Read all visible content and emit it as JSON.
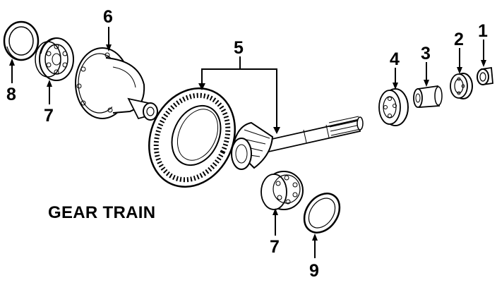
{
  "title": "GEAR TRAIN",
  "callouts": {
    "c1": "1",
    "c2": "2",
    "c3": "3",
    "c4": "4",
    "c5": "5",
    "c6": "6",
    "c7_upper": "7",
    "c7_lower": "7",
    "c8": "8",
    "c9": "9"
  },
  "colors": {
    "ink": "#000000",
    "paper": "#ffffff"
  }
}
